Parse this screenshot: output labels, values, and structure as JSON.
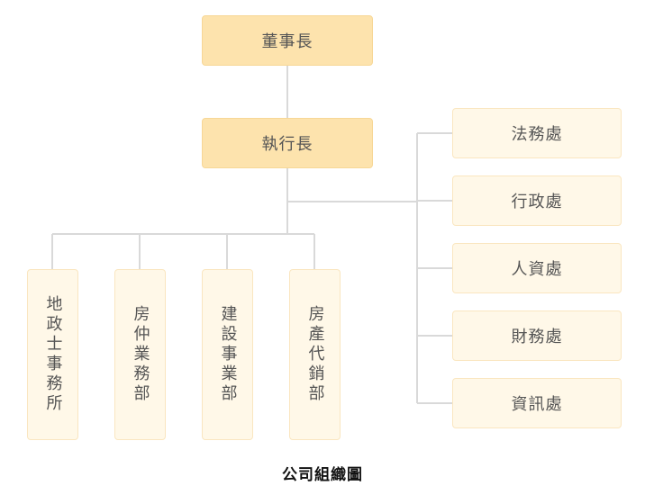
{
  "chart": {
    "top": {
      "chairman": "董事長",
      "ceo": "執行長"
    },
    "departments_right": [
      "法務處",
      "行政處",
      "人資處",
      "財務處",
      "資訊處"
    ],
    "departments_bottom": [
      "地政士事務所",
      "房仲業務部",
      "建設事業部",
      "房產代銷部"
    ]
  },
  "caption": "公司組織圖",
  "colors": {
    "executive_box": "#fde3ad",
    "department_box": "#fff8e8",
    "connector": "#d9d9d9",
    "text": "#555555"
  }
}
